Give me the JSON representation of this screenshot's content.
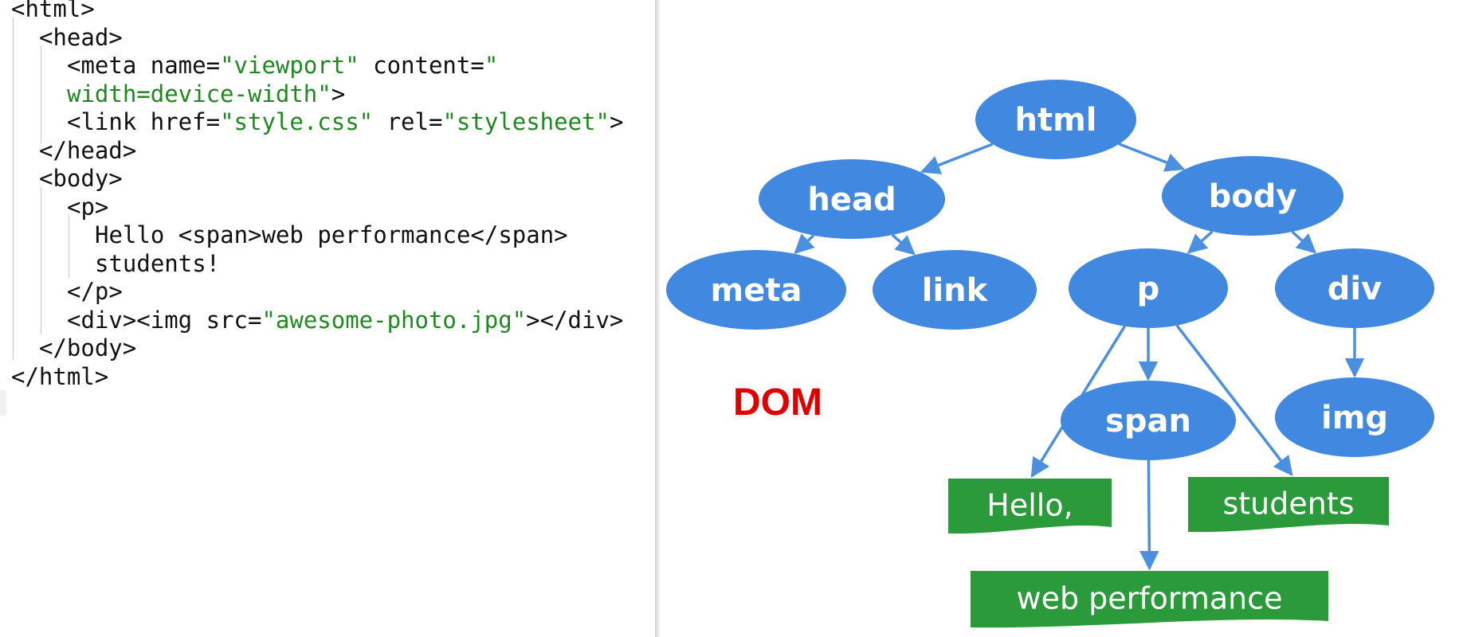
{
  "code": {
    "lines": [
      {
        "indent": 0,
        "parts": [
          {
            "t": "<html>"
          }
        ]
      },
      {
        "indent": 1,
        "parts": [
          {
            "t": "<head>"
          }
        ]
      },
      {
        "indent": 2,
        "parts": [
          {
            "t": "<meta name="
          },
          {
            "t": "\"viewport\"",
            "s": true
          },
          {
            "t": " content="
          },
          {
            "t": "\"",
            "s": true
          }
        ]
      },
      {
        "indent": 2,
        "parts": [
          {
            "t": "width=device-width\"",
            "s": true
          },
          {
            "t": ">"
          }
        ]
      },
      {
        "indent": 2,
        "parts": [
          {
            "t": "<link href="
          },
          {
            "t": "\"style.css\"",
            "s": true
          },
          {
            "t": " rel="
          },
          {
            "t": "\"stylesheet\"",
            "s": true
          },
          {
            "t": ">"
          }
        ]
      },
      {
        "indent": 1,
        "parts": [
          {
            "t": "</head>"
          }
        ]
      },
      {
        "indent": 1,
        "parts": [
          {
            "t": "<body>"
          }
        ]
      },
      {
        "indent": 2,
        "parts": [
          {
            "t": "<p>"
          }
        ]
      },
      {
        "indent": 3,
        "parts": [
          {
            "t": "Hello <span>web performance</span>"
          }
        ]
      },
      {
        "indent": 3,
        "parts": [
          {
            "t": "students!"
          }
        ]
      },
      {
        "indent": 2,
        "parts": [
          {
            "t": "</p>"
          }
        ]
      },
      {
        "indent": 2,
        "parts": [
          {
            "t": "<div><img src="
          },
          {
            "t": "\"awesome-photo.jpg\"",
            "s": true
          },
          {
            "t": "></div>"
          }
        ]
      },
      {
        "indent": 1,
        "parts": [
          {
            "t": "</body>"
          }
        ]
      },
      {
        "indent": 0,
        "parts": [
          {
            "t": "</html>"
          }
        ]
      }
    ]
  },
  "diagram": {
    "label": "DOM",
    "colors": {
      "node": "#4088e0",
      "text_node": "#2a9a3a",
      "edge": "#4a8fe0"
    },
    "nodes": [
      {
        "id": "html",
        "label": "html"
      },
      {
        "id": "head",
        "label": "head"
      },
      {
        "id": "body",
        "label": "body"
      },
      {
        "id": "meta",
        "label": "meta"
      },
      {
        "id": "link",
        "label": "link"
      },
      {
        "id": "p",
        "label": "p"
      },
      {
        "id": "div",
        "label": "div"
      },
      {
        "id": "span",
        "label": "span"
      },
      {
        "id": "img",
        "label": "img"
      }
    ],
    "text_nodes": [
      {
        "id": "hello",
        "label": "Hello,"
      },
      {
        "id": "students",
        "label": "students"
      },
      {
        "id": "webperf",
        "label": "web performance"
      }
    ],
    "edges": [
      {
        "from": "html",
        "to": "head"
      },
      {
        "from": "html",
        "to": "body"
      },
      {
        "from": "head",
        "to": "meta"
      },
      {
        "from": "head",
        "to": "link"
      },
      {
        "from": "body",
        "to": "p"
      },
      {
        "from": "body",
        "to": "div"
      },
      {
        "from": "p",
        "to": "hello"
      },
      {
        "from": "p",
        "to": "span"
      },
      {
        "from": "p",
        "to": "students"
      },
      {
        "from": "span",
        "to": "webperf"
      },
      {
        "from": "div",
        "to": "img"
      }
    ]
  }
}
